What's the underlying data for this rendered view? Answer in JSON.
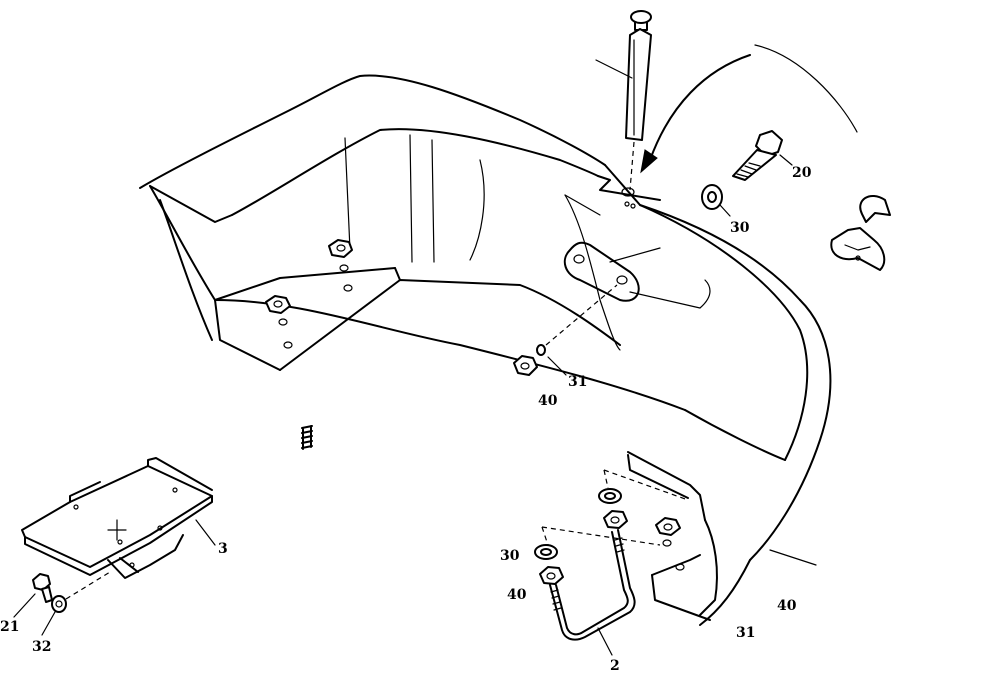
{
  "callouts": {
    "c20": "20",
    "c30_top": "30",
    "c31_mid": "31",
    "c40_mid": "40",
    "c3": "3",
    "c21": "21",
    "c32": "32",
    "c30_low": "30",
    "c40_low": "40",
    "c2": "2",
    "c40_right": "40",
    "c31_right": "31"
  }
}
